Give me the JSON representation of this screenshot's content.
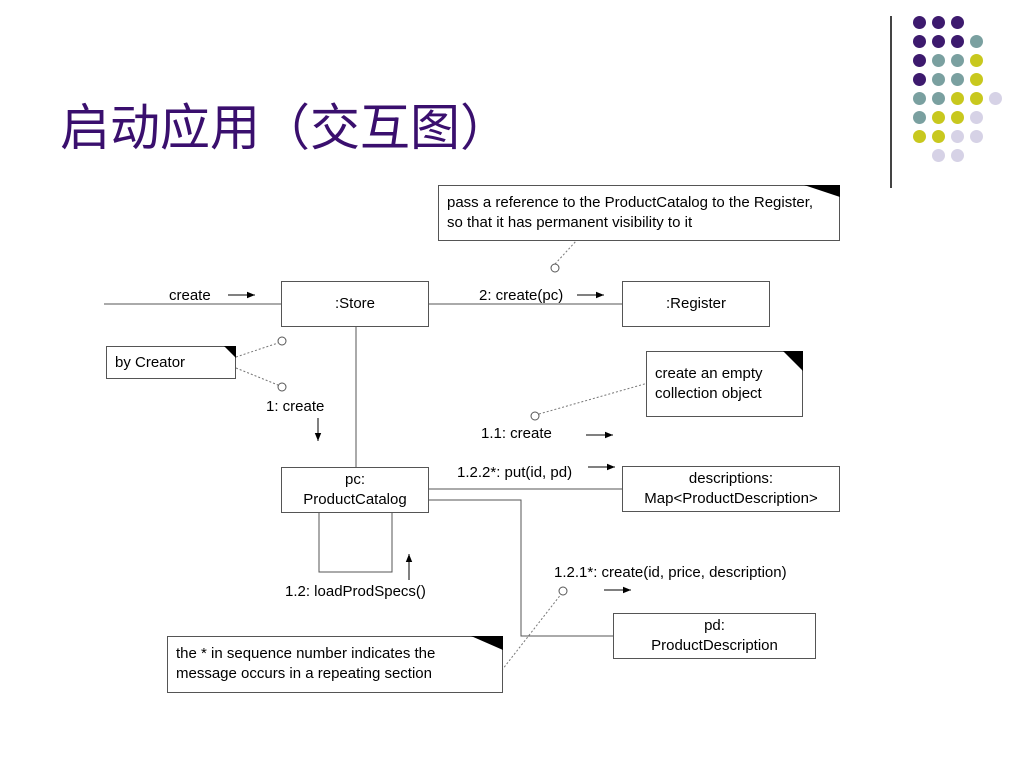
{
  "title": "启动应用（交互图）",
  "palette": {
    "title": "#3a0f6e",
    "purple": "#3d1a6e",
    "teal": "#7aa0a0",
    "olive": "#c8c81e",
    "lavender": "#d6d2e6"
  },
  "decor": {
    "dot_rows": [
      [
        "purple",
        "purple",
        "purple"
      ],
      [
        "purple",
        "purple",
        "purple",
        "teal"
      ],
      [
        "purple",
        "teal",
        "teal",
        "olive"
      ],
      [
        "purple",
        "teal",
        "teal",
        "olive"
      ],
      [
        "teal",
        "teal",
        "olive",
        "olive",
        "lavender"
      ],
      [
        "teal",
        "olive",
        "olive",
        "lavender"
      ],
      [
        "olive",
        "olive",
        "lavender",
        "lavender"
      ],
      [
        "lavender",
        "lavender"
      ]
    ]
  },
  "diagram": {
    "objects": {
      "store": ":Store",
      "register": ":Register",
      "catalog": "pc:\nProductCatalog",
      "descriptions": "descriptions:\nMap<ProductDescription>",
      "product_description": "pd:\nProductDescription"
    },
    "notes": {
      "pass_reference": "pass a reference to the ProductCatalog to the Register, so that it has permanent visibility to it",
      "by_creator": "by Creator",
      "empty_collection": "create an empty collection object",
      "sequence_star": "the * in sequence number indicates the message occurs in a repeating section"
    },
    "messages": {
      "create": "create",
      "create_register": "2: create(pc)",
      "create_catalog": "1: create",
      "create_collection": "1.1: create",
      "put": "1.2.2*: put(id, pd)",
      "load_specs": "1.2: loadProdSpecs()",
      "create_description": "1.2.1*: create(id, price, description)"
    }
  }
}
